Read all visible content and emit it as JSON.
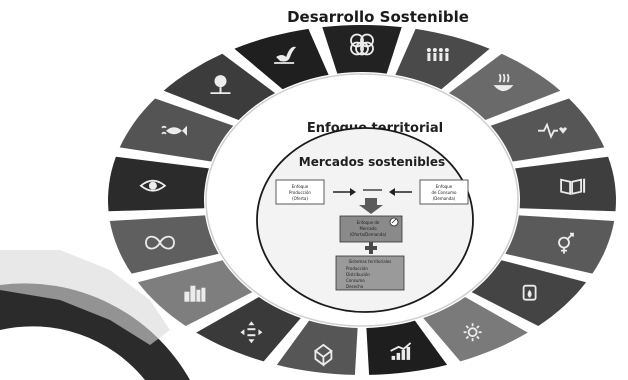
{
  "diagram": {
    "title": "Desarrollo Sostenible",
    "ring_label": "Enfoque territorial",
    "inner_label": "Mercados sostenibles",
    "sdg_segments": [
      {
        "icon": "interlocking-rings-icon",
        "tone": "#222222"
      },
      {
        "icon": "family-people-icon",
        "tone": "#4a4a4a"
      },
      {
        "icon": "food-bowl-icon",
        "tone": "#6a6a6a"
      },
      {
        "icon": "heartbeat-icon",
        "tone": "#565656"
      },
      {
        "icon": "book-icon",
        "tone": "#3e3e3e"
      },
      {
        "icon": "gender-symbol-icon",
        "tone": "#5a5a5a"
      },
      {
        "icon": "water-drop-icon",
        "tone": "#444444"
      },
      {
        "icon": "sun-energy-icon",
        "tone": "#7a7a7a"
      },
      {
        "icon": "growth-chart-icon",
        "tone": "#1e1e1e"
      },
      {
        "icon": "cubes-icon",
        "tone": "#565656"
      },
      {
        "icon": "equality-arrows-icon",
        "tone": "#3a3a3a"
      },
      {
        "icon": "city-buildings-icon",
        "tone": "#7e7e7e"
      },
      {
        "icon": "infinity-icon",
        "tone": "#5f5f5f"
      },
      {
        "icon": "eye-icon",
        "tone": "#2b2b2b"
      },
      {
        "icon": "fish-icon",
        "tone": "#545454"
      },
      {
        "icon": "tree-icon",
        "tone": "#3c3c3c"
      },
      {
        "icon": "dove-icon",
        "tone": "#1f1f1f"
      }
    ],
    "flow_boxes": {
      "left": [
        "Enfoque",
        "Producción",
        "(Oferta)"
      ],
      "right": [
        "Enfoque",
        "de Consumo",
        "(Demanda)"
      ],
      "center": [
        "Enfoque de",
        "Mercado",
        "(Oferta/Demanda)"
      ],
      "bottom": [
        "Sistemas territoriales",
        "Producción",
        "Distribución",
        "Consumo",
        "Desecho"
      ]
    }
  }
}
